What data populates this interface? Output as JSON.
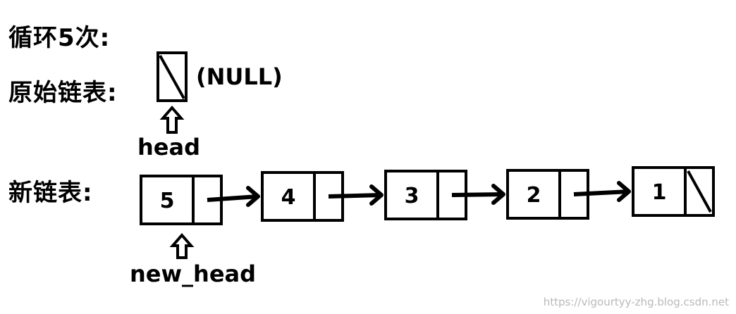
{
  "labels": {
    "loop": "循环5次:",
    "original_list": "原始链表:",
    "new_list": "新链表:"
  },
  "original": {
    "null_text": "(NULL)",
    "head_label": "head"
  },
  "new_list": {
    "head_label": "new_head",
    "nodes": [
      "5",
      "4",
      "3",
      "2",
      "1"
    ]
  },
  "watermark": "https://vigourtyy-zhg.blog.csdn.net"
}
